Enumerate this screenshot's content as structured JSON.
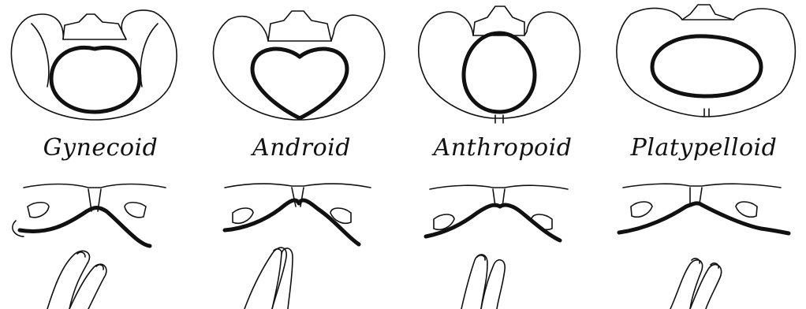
{
  "pelvis_types": [
    {
      "label": "Gynecoid"
    },
    {
      "label": "Android"
    },
    {
      "label": "Anthropoid"
    },
    {
      "label": "Platypelloid"
    }
  ]
}
